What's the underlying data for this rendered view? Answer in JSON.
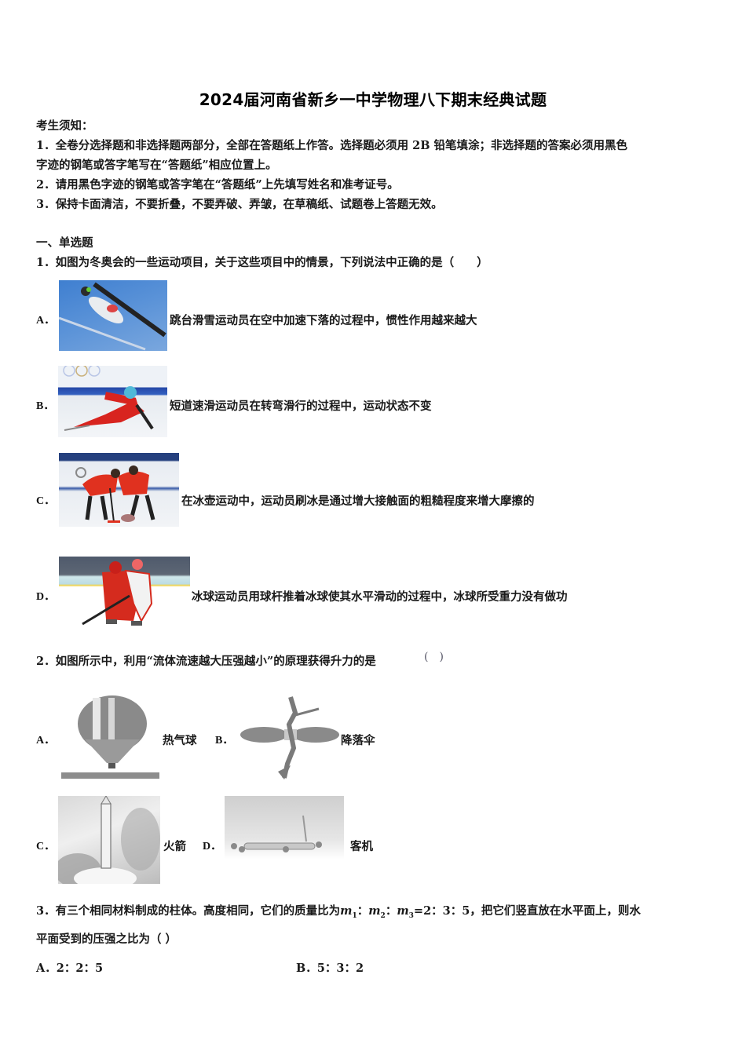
{
  "document": {
    "title": "2024届河南省新乡一中学物理八下期末经典试题",
    "notice": {
      "heading": "考生须知：",
      "items": [
        "1．全卷分选择题和非选择题两部分，全部在答题纸上作答。选择题必须用 2B 铅笔填涂；非选择题的答案必须用黑色",
        "字迹的钢笔或答字笔写在“答题纸”相应位置上。",
        "2．请用黑色字迹的钢笔或答字笔在“答题纸”上先填写姓名和准考证号。",
        "3．保持卡面清洁，不要折叠，不要弄破、弄皱，在草稿纸、试题卷上答题无效。"
      ]
    },
    "section": {
      "heading": "一、单选题"
    },
    "questions": [
      {
        "number": "1",
        "stem": "1．如图为冬奥会的一些运动项目，关于这些项目中的情景，下列说法中正确的是（　　）",
        "options": [
          {
            "label": "A．",
            "image": "ski-jumper-photo",
            "text": "跳台滑雪运动员在空中加速下落的过程中，惯性作用越来越大"
          },
          {
            "label": "B．",
            "image": "speed-skater-photo",
            "text": "短道速滑运动员在转弯滑行的过程中，运动状态不变"
          },
          {
            "label": "C．",
            "image": "curling-photo",
            "text": "在冰壶运动中，运动员刷冰是通过增大接触面的粗糙程度来增大摩擦的"
          },
          {
            "label": "D．",
            "image": "ice-hockey-photo",
            "text": "冰球运动员用球杆推着冰球使其水平滑动的过程中，冰球所受重力没有做功"
          }
        ]
      },
      {
        "number": "2",
        "stem": "2．如图所示中，利用“流体流速越大压强越小”的原理获得升力的是",
        "stem_paren": "(　)",
        "options": [
          {
            "label": "A．",
            "image": "hot-air-balloon-photo",
            "text": "热气球"
          },
          {
            "label": "B．",
            "image": "parachute-photo",
            "text": "降落伞"
          },
          {
            "label": "C．",
            "image": "rocket-photo",
            "text": "火箭"
          },
          {
            "label": "D．",
            "image": "airliner-photo",
            "text": "客机"
          }
        ]
      },
      {
        "number": "3",
        "stem_part1": "3．有三个相同材料制成的柱体。高度相同，它们的质量比为",
        "m1": "m",
        "m1_sub": "1",
        "sep1": "：",
        "m2": "m",
        "m2_sub": "2",
        "sep2": "：",
        "m3": "m",
        "m3_sub": "3",
        "ratio": "=2：3：5，把它们竖直放在水平面上，则水",
        "stem_line2": "平面受到的压强之比为（ ）",
        "options": [
          {
            "label": "A．",
            "text": "2：2：5"
          },
          {
            "label": "B．",
            "text": "5：3：2"
          }
        ]
      }
    ]
  }
}
